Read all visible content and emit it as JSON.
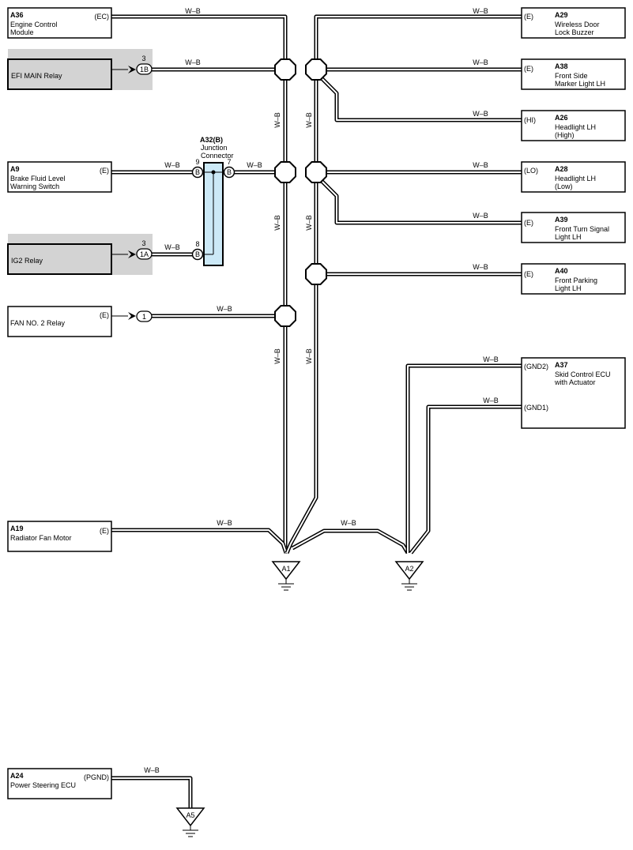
{
  "wire_label": "W–B",
  "components": {
    "a36": {
      "code": "A36",
      "name1": "Engine Control",
      "name2": "Module",
      "terminal": "(EC)"
    },
    "efi": {
      "name": "EFI MAIN Relay",
      "pin": "3",
      "conn": "1B"
    },
    "a9": {
      "code": "A9",
      "name1": "Brake Fluid Level",
      "name2": "Warning Switch",
      "terminal": "(E)"
    },
    "ig2": {
      "name": "IG2 Relay",
      "pin": "3",
      "conn": "1A"
    },
    "fan2": {
      "name": "FAN NO. 2 Relay",
      "terminal": "(E)",
      "conn": "1"
    },
    "a19": {
      "code": "A19",
      "name1": "Radiator Fan Motor",
      "terminal": "(E)"
    },
    "a24": {
      "code": "A24",
      "name1": "Power Steering ECU",
      "terminal": "(PGND)"
    },
    "a29": {
      "code": "A29",
      "name1": "Wireless Door",
      "name2": "Lock Buzzer",
      "terminal": "(E)"
    },
    "a38": {
      "code": "A38",
      "name1": "Front Side",
      "name2": "Marker Light LH",
      "terminal": "(E)"
    },
    "a26": {
      "code": "A26",
      "name1": "Headlight LH",
      "name2": "(High)",
      "terminal": "(HI)"
    },
    "a28": {
      "code": "A28",
      "name1": "Headlight LH",
      "name2": "(Low)",
      "terminal": "(LO)"
    },
    "a39": {
      "code": "A39",
      "name1": "Front Turn Signal",
      "name2": "Light LH",
      "terminal": "(E)"
    },
    "a40": {
      "code": "A40",
      "name1": "Front Parking",
      "name2": "Light LH",
      "terminal": "(E)"
    },
    "a37": {
      "code": "A37",
      "name1": "Skid Control ECU",
      "name2": "with Actuator",
      "terminal1": "(GND2)",
      "terminal2": "(GND1)"
    }
  },
  "junction": {
    "code": "A32(B)",
    "name1": "Junction",
    "name2": "Connector",
    "pin9": "9",
    "pin7": "7",
    "pin8": "8",
    "conn": "B"
  },
  "grounds": {
    "a1": "A1",
    "a2": "A2",
    "a5": "A5"
  }
}
